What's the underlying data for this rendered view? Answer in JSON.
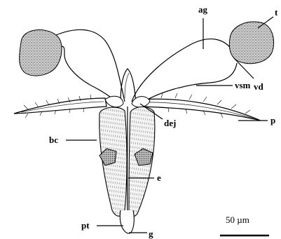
{
  "figure": {
    "labels": {
      "ag": "ag",
      "t": "t",
      "vd": "vd",
      "vsm": "vsm",
      "p": "p",
      "dej": "dej",
      "bc": "bc",
      "e": "e",
      "pt": "pt",
      "g": "g"
    },
    "scale_bar_label": "50 µm"
  }
}
